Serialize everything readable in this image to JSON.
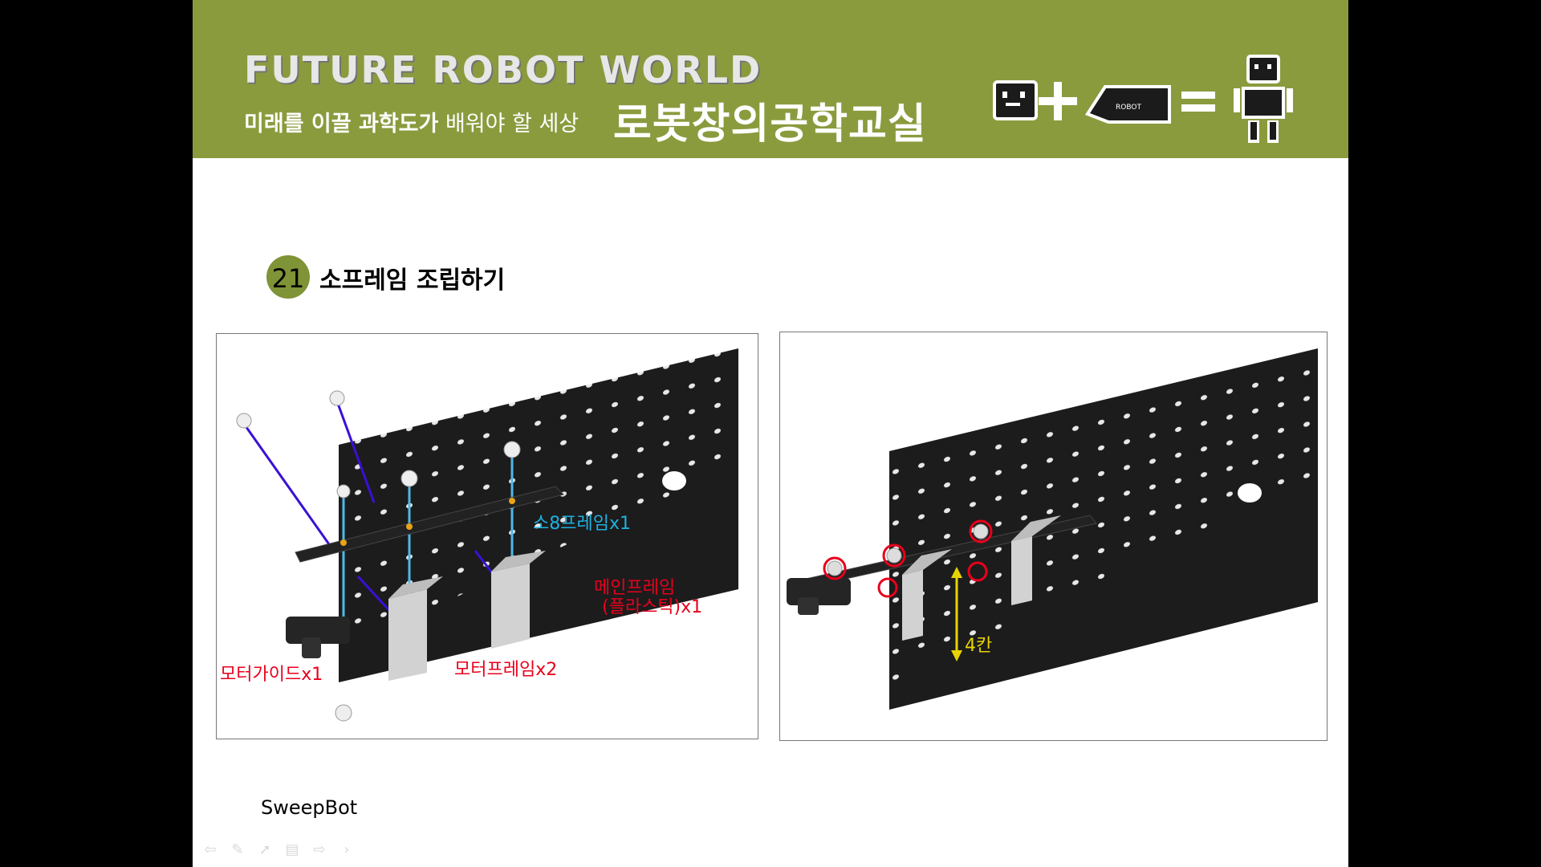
{
  "header": {
    "brand_title": "FUTURE ROBOT WORLD",
    "subtitle_bold": "미래를 이끌 과학도가",
    "subtitle_light": " 배워야 할 세상",
    "class_name": "로봇창의공학교실",
    "logo_text": "ROBOT"
  },
  "step": {
    "number": "21",
    "title": "소프레임 조립하기"
  },
  "left_panel": {
    "labels": {
      "small_frame": "소8프레임x1",
      "main_frame_line1": "메인프레임",
      "main_frame_line2": "(플라스틱)x1",
      "motor_guide": "모터가이드x1",
      "motor_frame": "모터프레임x2"
    }
  },
  "right_panel": {
    "labels": {
      "spacing": "4칸"
    }
  },
  "footer": {
    "text": "SweepBot"
  },
  "nav": {
    "icons": [
      "arrow-left-icon",
      "pen-icon",
      "pointer-icon",
      "menu-icon",
      "arrow-right-icon",
      "chevron-right-icon"
    ]
  }
}
